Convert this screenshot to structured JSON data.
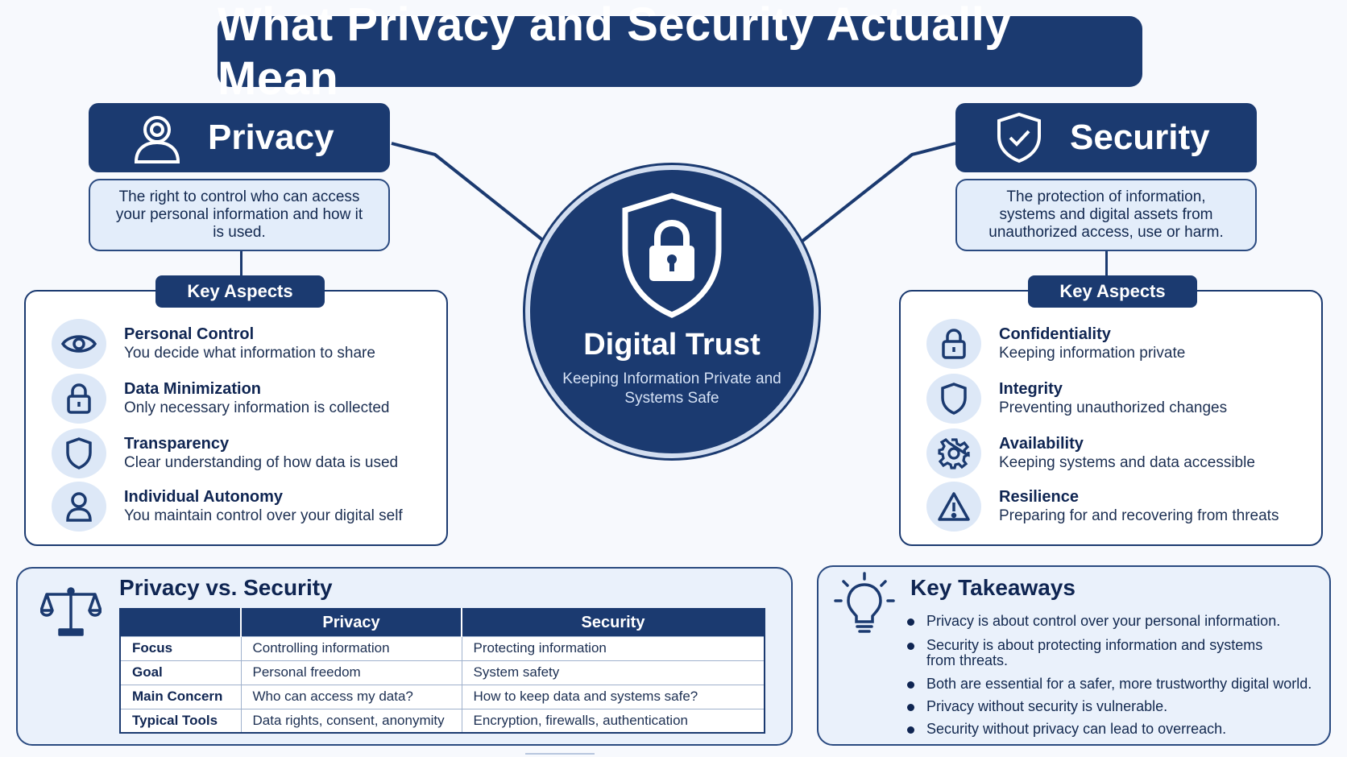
{
  "title": "What Privacy and Security Actually Mean",
  "privacy": {
    "label": "Privacy",
    "icon": "person-icon",
    "definition": "The right to control who can access your personal information and how it is used.",
    "aspects_title": "Key Aspects",
    "aspects": [
      {
        "title": "Personal Control",
        "desc": "You decide what information to share",
        "icon": "eye-icon"
      },
      {
        "title": "Data Minimization",
        "desc": "Only necessary information is collected",
        "icon": "lock-icon"
      },
      {
        "title": "Transparency",
        "desc": "Clear understanding of how data is used",
        "icon": "shield-icon"
      },
      {
        "title": "Individual Autonomy",
        "desc": "You maintain control over your digital self",
        "icon": "user-icon"
      }
    ]
  },
  "security": {
    "label": "Security",
    "icon": "shield-check-icon",
    "definition": "The protection of information, systems and digital assets from unauthorized access, use or harm.",
    "aspects_title": "Key Aspects",
    "aspects": [
      {
        "title": "Confidentiality",
        "desc": "Keeping information private",
        "icon": "lock-icon"
      },
      {
        "title": "Integrity",
        "desc": "Preventing unauthorized changes",
        "icon": "shield-icon"
      },
      {
        "title": "Availability",
        "desc": "Keeping systems and data accessible",
        "icon": "gear-icon"
      },
      {
        "title": "Resilience",
        "desc": "Preparing for and recovering from threats",
        "icon": "warning-icon"
      }
    ]
  },
  "center": {
    "title": "Digital Trust",
    "subtitle": "Keeping Information Private and Systems Safe",
    "icon": "shield-padlock-icon"
  },
  "comparison": {
    "title": "Privacy vs. Security",
    "icon": "scales-icon",
    "headers": [
      "",
      "Privacy",
      "Security"
    ],
    "rows": [
      {
        "label": "Focus",
        "privacy": "Controlling information",
        "security": "Protecting information"
      },
      {
        "label": "Goal",
        "privacy": "Personal freedom",
        "security": "System safety"
      },
      {
        "label": "Main Concern",
        "privacy": "Who can access my data?",
        "security": "How to keep data and systems safe?"
      },
      {
        "label": "Typical Tools",
        "privacy": "Data rights, consent, anonymity",
        "security": "Encryption, firewalls, authentication"
      }
    ]
  },
  "takeaways": {
    "title": "Key Takeaways",
    "icon": "lightbulb-icon",
    "items": [
      "Privacy is about control over your personal information.",
      "Security is about protecting information and systems from threats.",
      "Both are essential for a safer, more trustworthy digital world.",
      "Privacy without security is vulnerable.",
      "Security without privacy can lead to overreach."
    ]
  },
  "colors": {
    "navy": "#1b3a70",
    "light_blue": "#e3edfa",
    "icon_bg": "#dde8f7",
    "background": "#f7f9fd"
  }
}
